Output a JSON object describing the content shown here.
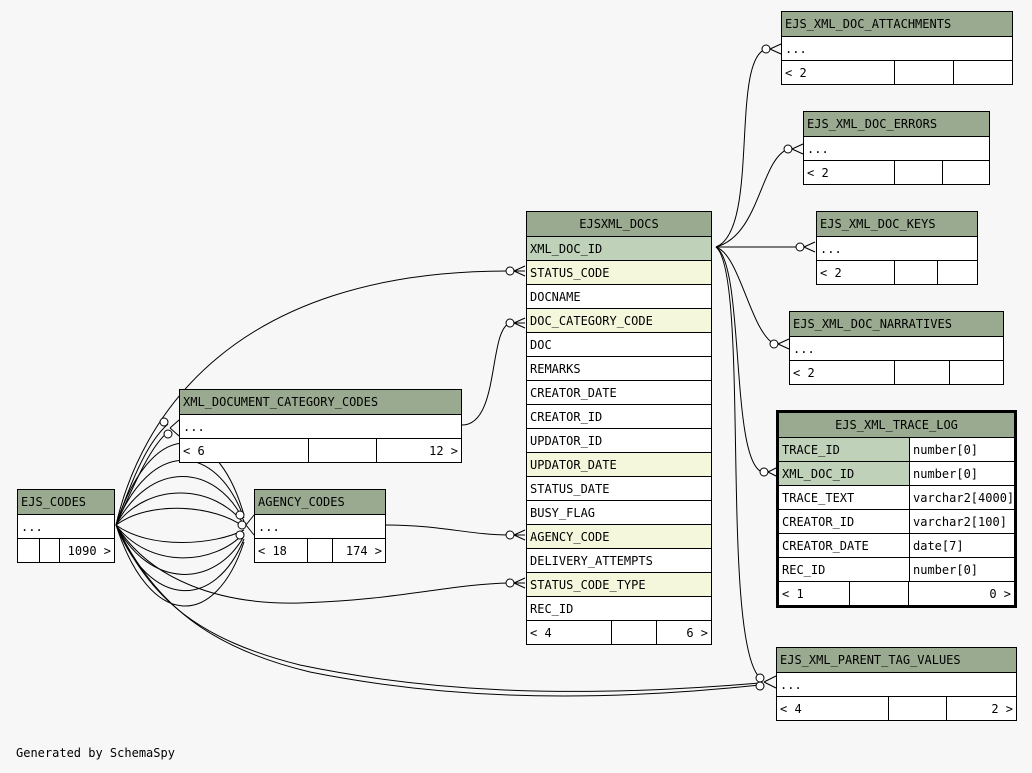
{
  "tables": {
    "ejsxml_docs": {
      "name": "EJSXML_DOCS",
      "columns": [
        {
          "name": "XML_DOC_ID",
          "kind": "pk"
        },
        {
          "name": "STATUS_CODE",
          "kind": "fk"
        },
        {
          "name": "DOCNAME",
          "kind": "plain"
        },
        {
          "name": "DOC_CATEGORY_CODE",
          "kind": "fk"
        },
        {
          "name": "DOC",
          "kind": "plain"
        },
        {
          "name": "REMARKS",
          "kind": "plain"
        },
        {
          "name": "CREATOR_DATE",
          "kind": "plain"
        },
        {
          "name": "CREATOR_ID",
          "kind": "plain"
        },
        {
          "name": "UPDATOR_ID",
          "kind": "plain"
        },
        {
          "name": "UPDATOR_DATE",
          "kind": "fk"
        },
        {
          "name": "STATUS_DATE",
          "kind": "plain"
        },
        {
          "name": "BUSY_FLAG",
          "kind": "plain"
        },
        {
          "name": "AGENCY_CODE",
          "kind": "fk"
        },
        {
          "name": "DELIVERY_ATTEMPTS",
          "kind": "plain"
        },
        {
          "name": "STATUS_CODE_TYPE",
          "kind": "fk"
        },
        {
          "name": "REC_ID",
          "kind": "plain"
        }
      ],
      "footer": [
        "< 4",
        "",
        "6 >"
      ]
    },
    "xml_document_category_codes": {
      "name": "XML_DOCUMENT_CATEGORY_CODES",
      "body": "...",
      "footer": [
        "< 6",
        "",
        "12 >"
      ]
    },
    "ejs_codes": {
      "name": "EJS_CODES",
      "body": "...",
      "footer": [
        "",
        "",
        "1090 >"
      ]
    },
    "agency_codes": {
      "name": "AGENCY_CODES",
      "body": "...",
      "footer": [
        "< 18",
        "",
        "174 >"
      ]
    },
    "ejs_xml_doc_attachments": {
      "name": "EJS_XML_DOC_ATTACHMENTS",
      "body": "...",
      "footer": [
        "< 2",
        "",
        ""
      ]
    },
    "ejs_xml_doc_errors": {
      "name": "EJS_XML_DOC_ERRORS",
      "body": "...",
      "footer": [
        "< 2",
        "",
        ""
      ]
    },
    "ejs_xml_doc_keys": {
      "name": "EJS_XML_DOC_KEYS",
      "body": "...",
      "footer": [
        "< 2",
        "",
        ""
      ]
    },
    "ejs_xml_doc_narratives": {
      "name": "EJS_XML_DOC_NARRATIVES",
      "body": "...",
      "footer": [
        "< 2",
        "",
        ""
      ]
    },
    "ejs_xml_trace_log": {
      "name": "EJS_XML_TRACE_LOG",
      "columns": [
        {
          "name": "TRACE_ID",
          "type": "number[0]",
          "kind": "pk"
        },
        {
          "name": "XML_DOC_ID",
          "type": "number[0]",
          "kind": "pk"
        },
        {
          "name": "TRACE_TEXT",
          "type": "varchar2[4000]",
          "kind": "plain"
        },
        {
          "name": "CREATOR_ID",
          "type": "varchar2[100]",
          "kind": "plain"
        },
        {
          "name": "CREATOR_DATE",
          "type": "date[7]",
          "kind": "plain"
        },
        {
          "name": "REC_ID",
          "type": "number[0]",
          "kind": "plain"
        }
      ],
      "footer": [
        "< 1",
        "",
        "0 >"
      ]
    },
    "ejs_xml_parent_tag_values": {
      "name": "EJS_XML_PARENT_TAG_VALUES",
      "body": "...",
      "footer": [
        "< 4",
        "",
        "2 >"
      ]
    }
  },
  "footer_note": "Generated by SchemaSpy",
  "colors": {
    "header": "#9aaa90",
    "primary_key": "#bfd1b8",
    "foreign_key": "#f4f7dc",
    "background": "#f7f7f7"
  }
}
